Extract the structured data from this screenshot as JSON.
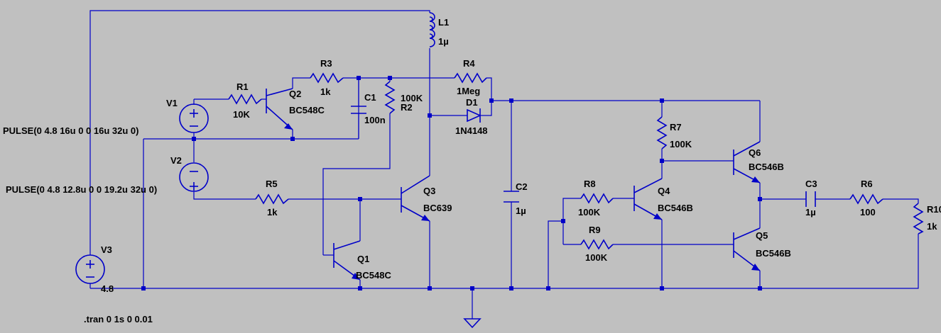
{
  "labels": {
    "v1": "V1",
    "v2": "V2",
    "v3": "V3",
    "v3_value": "4.8",
    "pulse1": "PULSE(0 4.8 16u 0 0 16u 32u 0)",
    "pulse2": "PULSE(0 4.8 12.8u 0 0 19.2u 32u 0)",
    "l1": "L1",
    "l1_value": "1µ",
    "r1": "R1",
    "r1_value": "10K",
    "q2": "Q2",
    "q2_model": "BC548C",
    "r3": "R3",
    "r3_value": "1k",
    "c1": "C1",
    "c1_value": "100n",
    "r2": "R2",
    "r2_value": "100K",
    "r4": "R4",
    "r4_value": "1Meg",
    "d1": "D1",
    "d1_model": "1N4148",
    "r5": "R5",
    "r5_value": "1k",
    "q3": "Q3",
    "q3_model": "BC639",
    "q1": "Q1",
    "q1_model": "BC548C",
    "c2": "C2",
    "c2_value": "1µ",
    "r7": "R7",
    "r7_value": "100K",
    "r8": "R8",
    "r8_value": "100K",
    "q4": "Q4",
    "q4_model": "BC546B",
    "r9": "R9",
    "r9_value": "100K",
    "q6": "Q6",
    "q6_model": "BC546B",
    "q5": "Q5",
    "q5_model": "BC546B",
    "c3": "C3",
    "c3_value": "1µ",
    "r6": "R6",
    "r6_value": "100",
    "r10": "R10",
    "r10_value": "1k",
    "tran": ".tran 0 1s 0 0.01"
  }
}
